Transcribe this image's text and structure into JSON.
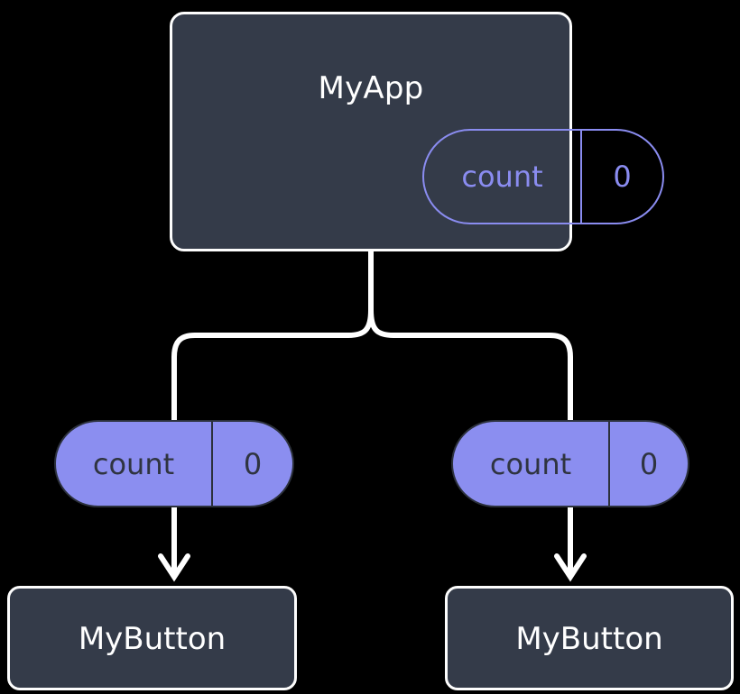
{
  "diagram": {
    "title": "React component tree with count state passed as props",
    "background_color": "#000000",
    "colors": {
      "component_fill": "#343b49",
      "component_border": "#fdfdfd",
      "component_text": "#ffffff",
      "state_accent": "#8a8cf0",
      "prop_pill_fill": "#8b8ef0",
      "prop_pill_text": "#2f3440",
      "connector": "#ffffff"
    },
    "root": {
      "name": "root-component",
      "label": "MyApp",
      "state_pill": {
        "key": "count",
        "value": "0",
        "style": "outlined"
      }
    },
    "props": [
      {
        "name": "prop-pill-left",
        "key": "count",
        "value": "0",
        "style": "filled"
      },
      {
        "name": "prop-pill-right",
        "key": "count",
        "value": "0",
        "style": "filled"
      }
    ],
    "children": [
      {
        "name": "child-component-left",
        "label": "MyButton"
      },
      {
        "name": "child-component-right",
        "label": "MyButton"
      }
    ],
    "connectors": {
      "fork_label": "parent-to-children-fork",
      "arrow_label": "prop-flow-arrow"
    }
  }
}
